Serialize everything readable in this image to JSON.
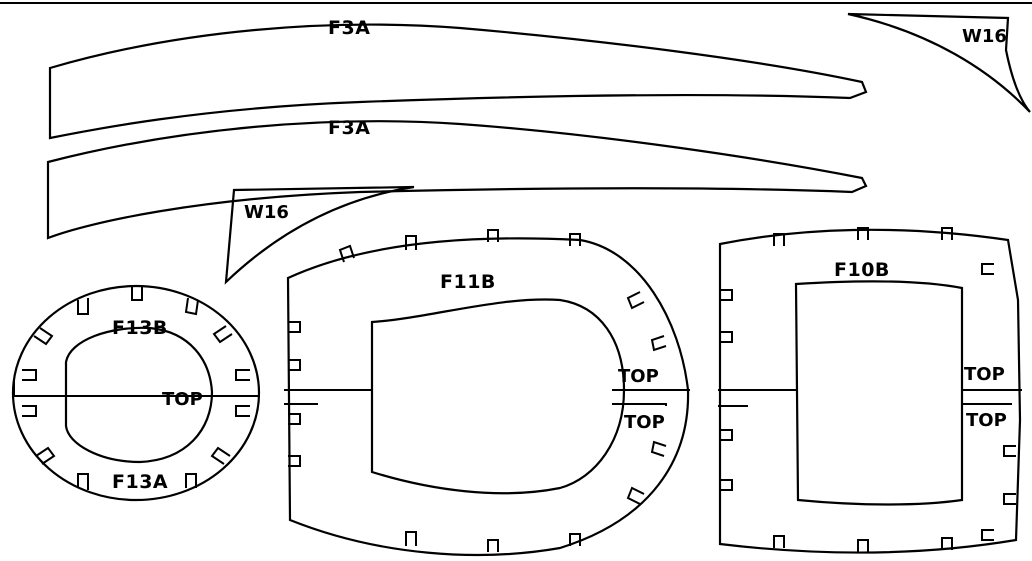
{
  "parts": {
    "f3a_top": "F3A",
    "f3a_bottom": "F3A",
    "w16_top_right": "W16",
    "w16_middle": "W16",
    "f13b": "F13B",
    "f13a": "F13A",
    "f13_top": "TOP",
    "f11b": "F11B",
    "f11_top_upper": "TOP",
    "f11_top_lower": "TOP",
    "f10b": "F10B",
    "f10_top_upper": "TOP",
    "f10_top_lower": "TOP"
  },
  "colors": {
    "line": "#000000",
    "paper": "#ffffff"
  }
}
